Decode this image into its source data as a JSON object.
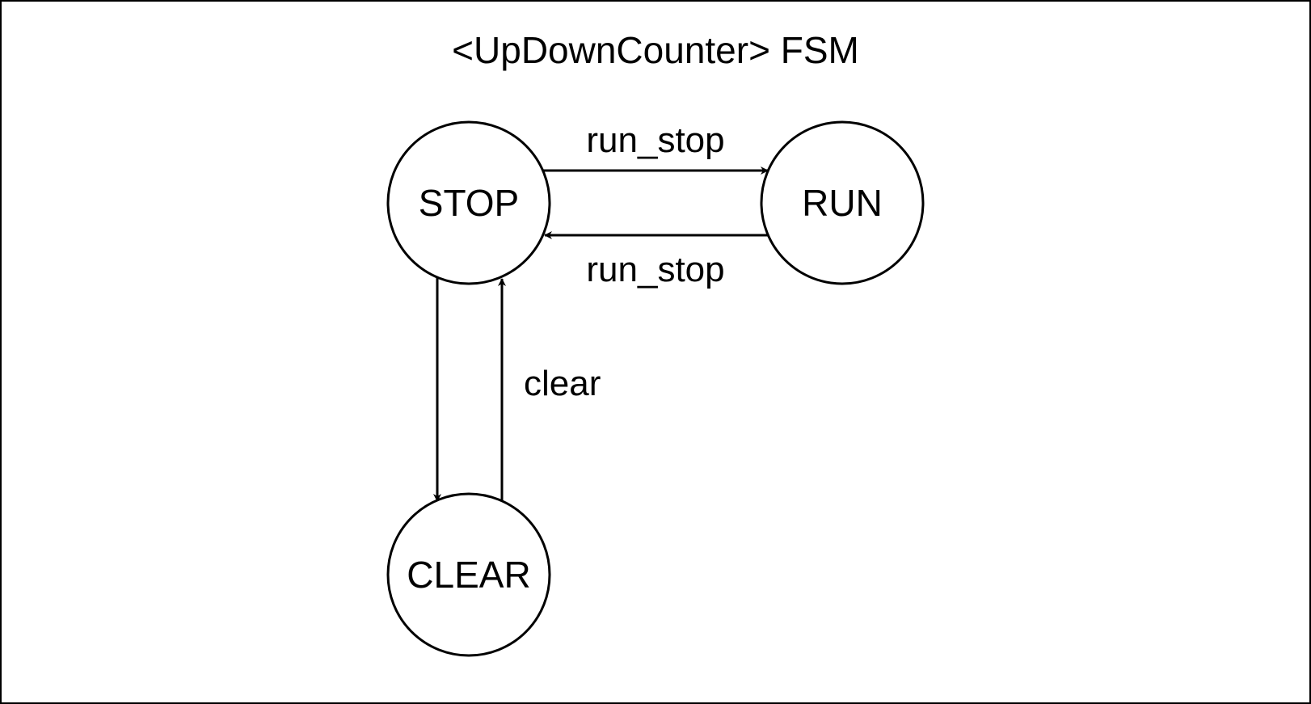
{
  "diagram": {
    "title": "<UpDownCounter> FSM",
    "states": {
      "stop": "STOP",
      "run": "RUN",
      "clear": "CLEAR"
    },
    "transitions": {
      "stop_to_run": "run_stop",
      "run_to_stop": "run_stop",
      "clear_to_stop": "clear"
    }
  }
}
